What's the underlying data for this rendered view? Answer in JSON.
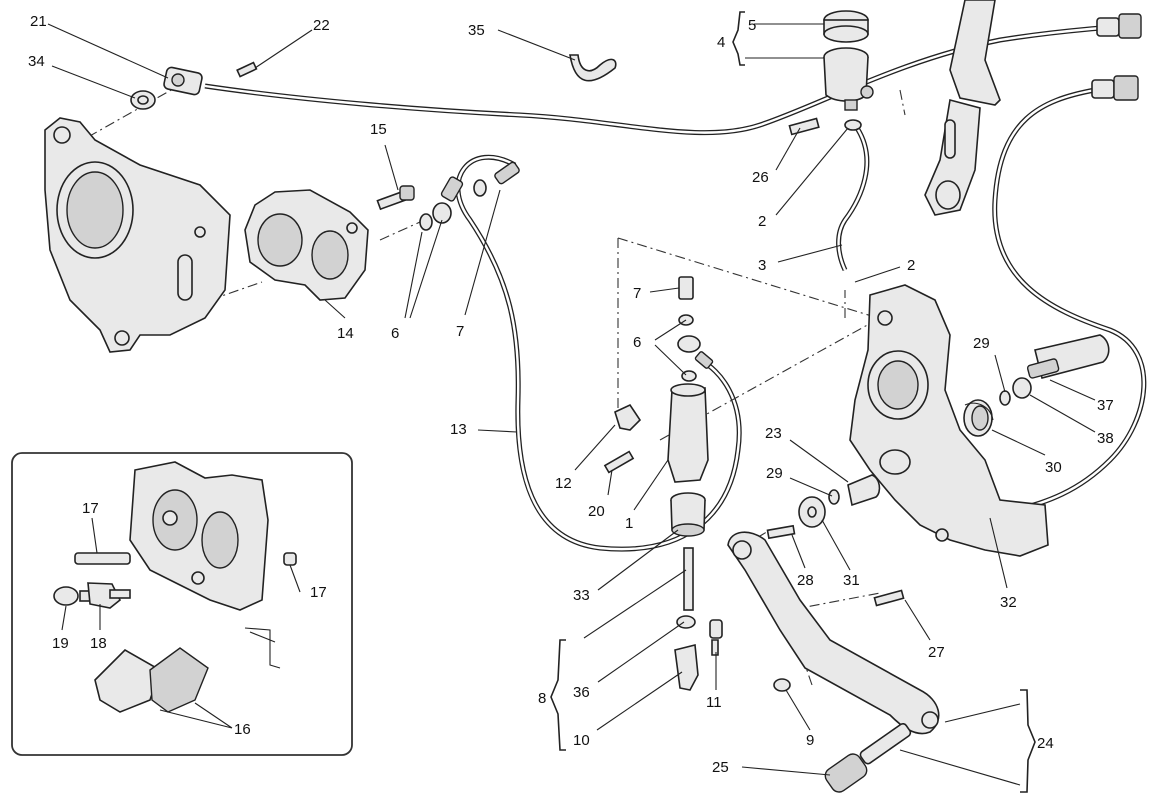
{
  "diagram": {
    "callouts": {
      "c1": "1",
      "c2a": "2",
      "c2b": "2",
      "c3": "3",
      "c4": "4",
      "c5": "5",
      "c6a": "6",
      "c6b": "6",
      "c7a": "7",
      "c7b": "7",
      "c8": "8",
      "c9": "9",
      "c10": "10",
      "c11": "11",
      "c12": "12",
      "c13": "13",
      "c14": "14",
      "c15": "15",
      "c16": "16",
      "c17a": "17",
      "c17b": "17",
      "c18": "18",
      "c19": "19",
      "c20": "20",
      "c21": "21",
      "c22": "22",
      "c23": "23",
      "c24": "24",
      "c25": "25",
      "c26": "26",
      "c27": "27",
      "c28": "28",
      "c29a": "29",
      "c29b": "29",
      "c30": "30",
      "c31": "31",
      "c32": "32",
      "c33": "33",
      "c34": "34",
      "c35": "35",
      "c36": "36",
      "c37": "37",
      "c38": "38"
    }
  }
}
